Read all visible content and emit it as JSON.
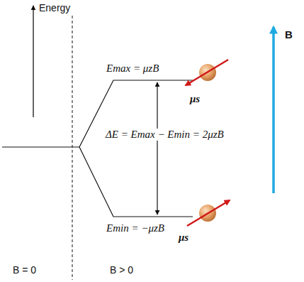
{
  "diagram": {
    "labels": [
      "Energy",
      "Emax = μzB",
      "ΔE = Emax − Emin = 2μzB",
      "Emin = −μzB",
      "μs",
      "μs",
      "B",
      "B = 0",
      "B > 0"
    ]
  }
}
